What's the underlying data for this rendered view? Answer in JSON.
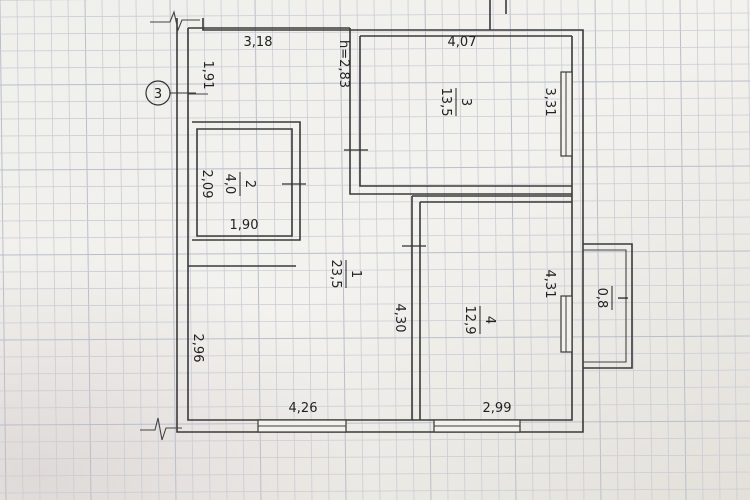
{
  "plan": {
    "ceiling_height": "h=2,83",
    "section_marker": "3",
    "dims": {
      "top_left_width": "3,18",
      "top_right_width": "4,07",
      "left_top_height": "1,91",
      "room3_height": "3,31",
      "room2_height": "2,09",
      "room2_width": "1,90",
      "hall_height": "4,30",
      "left_bottom_height": "2,96",
      "room4_height": "4,31",
      "bottom_left_width": "4,26",
      "bottom_right_width": "2,99"
    },
    "rooms": [
      {
        "number": "1",
        "area": "23,5"
      },
      {
        "number": "2",
        "area": "4,0"
      },
      {
        "number": "3",
        "area": "13,5"
      },
      {
        "number": "4",
        "area": "12,9"
      },
      {
        "number": "I",
        "area": "0,8"
      }
    ]
  },
  "colors": {
    "paper": "#f4f3ef",
    "lines": "#3a3a3a",
    "grid": "#c9cdd6"
  }
}
